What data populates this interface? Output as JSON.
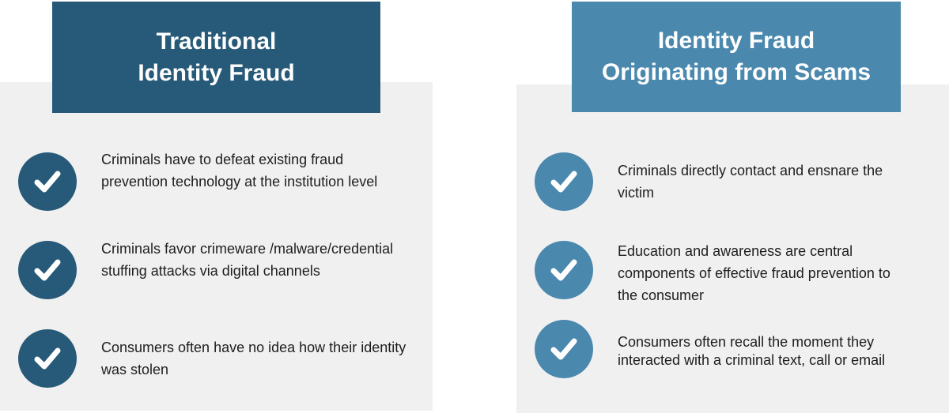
{
  "colors": {
    "left_accent": "#275a78",
    "right_accent": "#4a88ae",
    "panel_bg": "#f0f0f0"
  },
  "left": {
    "title_line1": "Traditional",
    "title_line2": "Identity Fraud",
    "items": [
      {
        "icon": "check-icon",
        "text": "Criminals have to defeat existing fraud prevention technology at the institution level"
      },
      {
        "icon": "check-icon",
        "text": "Criminals favor crimeware /malware/credential stuffing attacks via digital channels"
      },
      {
        "icon": "check-icon",
        "text": "Consumers often have no idea how their identity was stolen"
      }
    ]
  },
  "right": {
    "title_line1": "Identity Fraud",
    "title_line2": "Originating from Scams",
    "items": [
      {
        "icon": "check-icon",
        "text": "Criminals directly contact and ensnare the victim"
      },
      {
        "icon": "check-icon",
        "text": "Education and awareness are central components of effective fraud prevention to the consumer"
      },
      {
        "icon": "check-icon",
        "text": "Consumers often recall the moment they interacted with a criminal text, call or email"
      }
    ]
  }
}
